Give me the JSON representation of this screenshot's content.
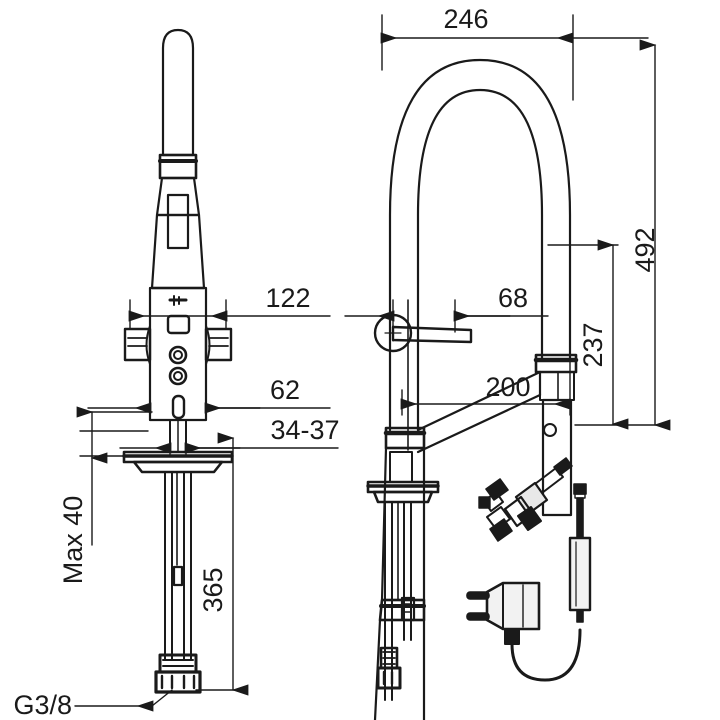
{
  "drawing": {
    "type": "technical-dimension-drawing",
    "subject": "kitchen-mixer-faucet",
    "background_color": "#ffffff",
    "line_color": "#1a1a1a",
    "views": [
      {
        "name": "front-view",
        "position": "left"
      },
      {
        "name": "side-view",
        "position": "right"
      },
      {
        "name": "accessories",
        "position": "bottom-right"
      }
    ]
  },
  "dimensions": {
    "width_total": "246",
    "height_total": "492",
    "height_spout": "237",
    "reach": "200",
    "handle_offset": "68",
    "handle_span": "122",
    "body_width": "62",
    "deck_thickness": "34-37",
    "max_deck": "Max 40",
    "hose_length": "365",
    "thread": "G3/8"
  },
  "units": "mm",
  "accessories": [
    {
      "name": "angle-valve-fitting"
    },
    {
      "name": "power-supply-plug"
    },
    {
      "name": "inline-transformer"
    },
    {
      "name": "connection-cable"
    }
  ]
}
